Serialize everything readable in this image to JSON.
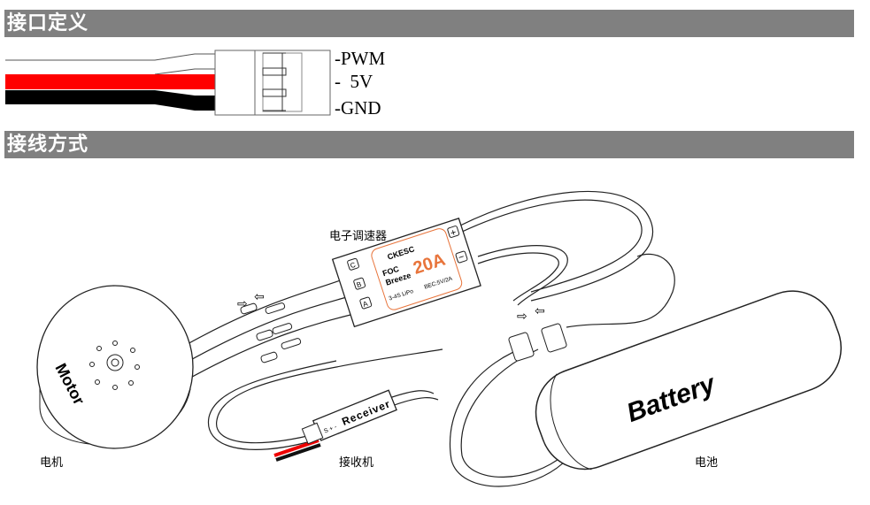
{
  "sections": {
    "interface_title": "接口定义",
    "wiring_title": "接线方式"
  },
  "connector": {
    "pins": [
      "-PWM",
      "-  5V",
      "-GND"
    ],
    "wire_colors": [
      "#ffffff",
      "#ff0000",
      "#000000"
    ]
  },
  "esc": {
    "caption": "电子调速器",
    "brand": "CKESC",
    "model_line1": "FOC",
    "model_line2": "Breeze",
    "current": "20A",
    "cells": "3-4S LiPo",
    "bec": "BEC:5V/2A",
    "phase_labels": [
      "C",
      "B",
      "A"
    ],
    "plus": "+",
    "minus": "−",
    "accent": "#e8743b"
  },
  "motor": {
    "label": "Motor",
    "caption": "电机"
  },
  "receiver": {
    "label": "Receiver",
    "pin_labels": "S + -",
    "caption": "接收机"
  },
  "battery": {
    "label": "Battery",
    "caption": "电池"
  }
}
